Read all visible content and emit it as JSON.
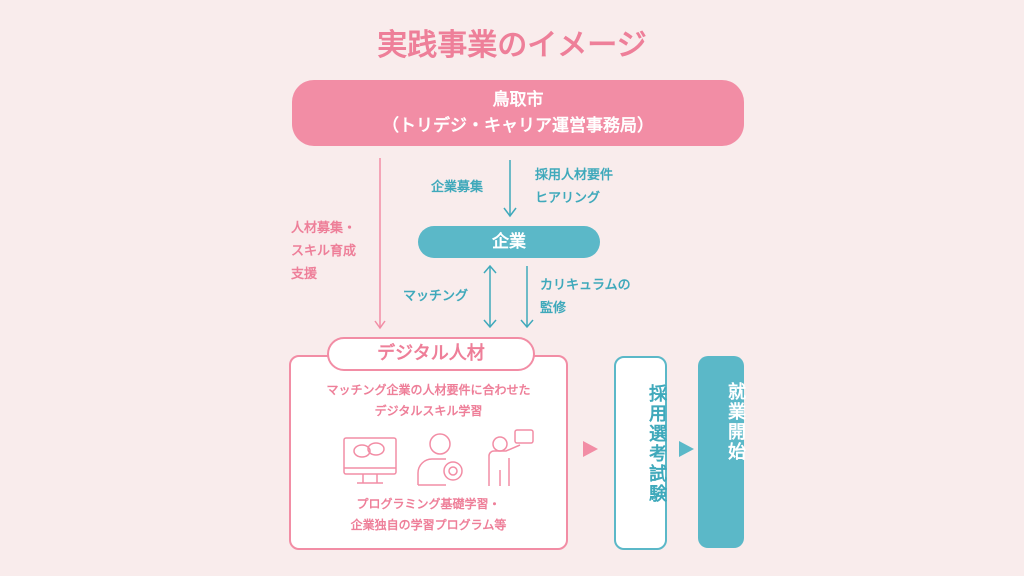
{
  "title": "実践事業のイメージ",
  "top_box": {
    "line1": "鳥取市",
    "line2": "（トリデジ・キャリア運営事務局）"
  },
  "left_label": [
    "人材募集・",
    "スキル育成",
    "支援"
  ],
  "recruit_label": "企業募集",
  "hearing_label": [
    "採用人材要件",
    "ヒアリング"
  ],
  "company": "企業",
  "matching_label": "マッチング",
  "curriculum_label": [
    "カリキュラムの",
    "監修"
  ],
  "digital": {
    "tab": "デジタル人材",
    "desc": [
      "マッチング企業の人材要件に合わせた",
      "デジタルスキル学習"
    ],
    "icons": [
      "monitor-chat-icon",
      "person-gear-icon",
      "presenter-icon"
    ],
    "foot": [
      "プログラミング基礎学習・",
      "企業独自の学習プログラム等"
    ]
  },
  "selection": "採用選考試験",
  "employment": "就業開始",
  "colors": {
    "pink": "#f28da5",
    "teal": "#5bb8c8",
    "bg": "#f9ecec"
  }
}
